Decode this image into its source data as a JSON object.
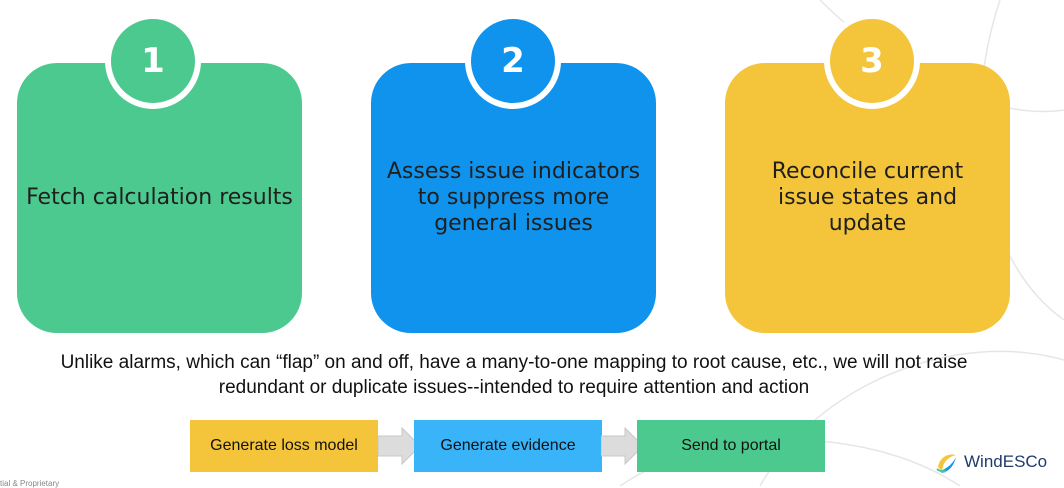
{
  "steps": [
    {
      "number": "1",
      "text": "Fetch calculation results",
      "color": "#4cc98f"
    },
    {
      "number": "2",
      "text": "Assess issue indicators to suppress more general issues",
      "color": "#1093ec"
    },
    {
      "number": "3",
      "text": "Reconcile current issue states and update",
      "color": "#f4c53b"
    }
  ],
  "caption": {
    "line1": "Unlike alarms, which can “flap” on and off, have a many-to-one mapping to root cause, etc., we will not raise",
    "line2": "redundant or duplicate issues--intended to require attention and action"
  },
  "flow": [
    {
      "label": "Generate loss model",
      "color": "#f4c53b"
    },
    {
      "label": "Generate evidence",
      "color": "#3ab4f8"
    },
    {
      "label": "Send to portal",
      "color": "#4cc98f"
    }
  ],
  "footer": "tial & Proprietary",
  "logo": {
    "text": "WindESCo",
    "icon": "windesco-logo-icon"
  }
}
